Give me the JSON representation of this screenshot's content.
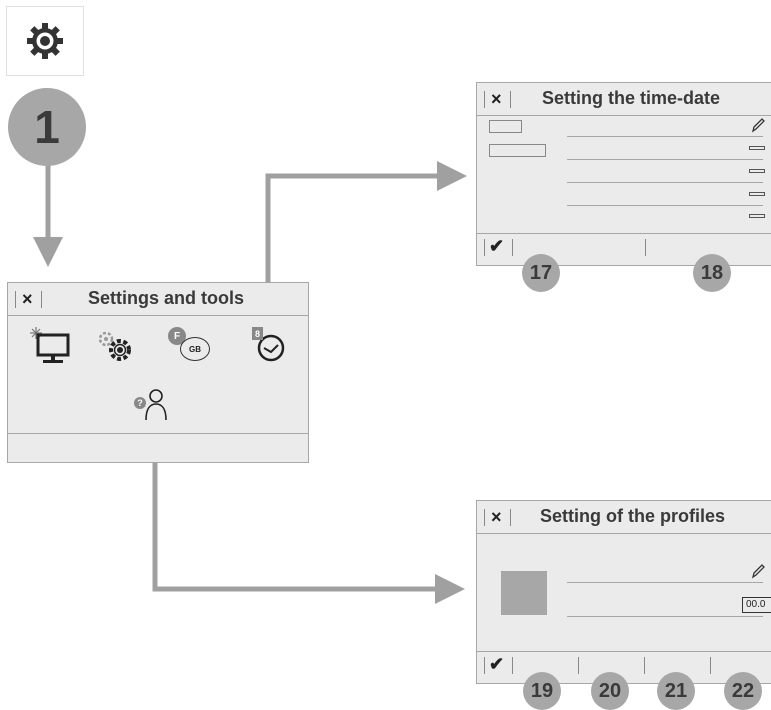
{
  "main_panel": {
    "close_icon": "×",
    "title": "Settings and tools"
  },
  "time_panel": {
    "close_icon": "×",
    "title": "Setting the time-date",
    "confirm_icon": "✔"
  },
  "profiles_panel": {
    "close_icon": "×",
    "title": "Setting of the profiles",
    "confirm_icon": "✔",
    "time_box_value": "00.0"
  },
  "step_badge": "1",
  "language_icon": {
    "top_letter": "F",
    "bottom_letters": "GB"
  },
  "clock_icon_digit": "8",
  "help_icon_mark": "?",
  "callouts": {
    "c17": "17",
    "c18": "18",
    "c19": "19",
    "c20": "20",
    "c21": "21",
    "c22": "22"
  },
  "colors": {
    "arrow": "#a0a0a0",
    "panel_bg": "#ebebeb",
    "badge": "#a7a7a7"
  }
}
